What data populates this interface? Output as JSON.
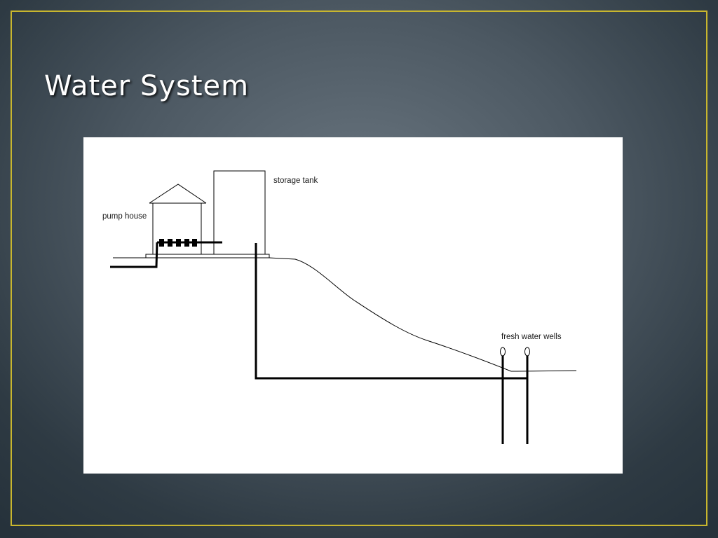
{
  "slide": {
    "title": "Water System"
  },
  "diagram": {
    "labels": {
      "pump_house": "pump house",
      "storage_tank": "storage tank",
      "fresh_water_wells": "fresh water wells"
    },
    "colors": {
      "frame_border": "#c8b62e",
      "title_text": "#ffffff",
      "panel_background": "#ffffff",
      "ink": "#000000"
    }
  }
}
